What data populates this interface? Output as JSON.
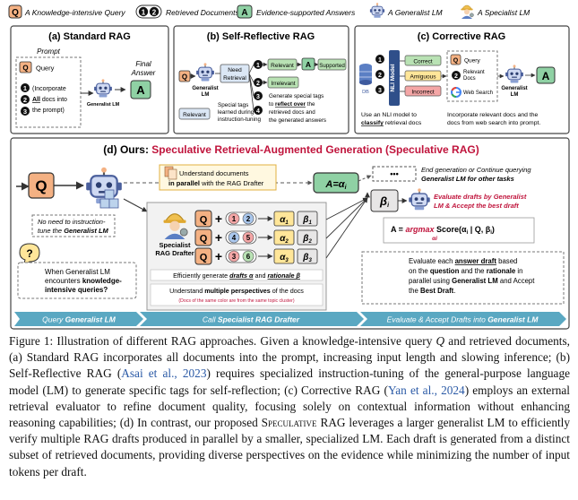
{
  "legend": {
    "q_glyph": "Q",
    "query": "A Knowledge-intensive Query",
    "doc1": "1",
    "doc2": "2",
    "docs": "Retrieved Documents",
    "a_glyph": "A",
    "answers": "Evidence-supported Answers",
    "generalist": "A Generalist LM",
    "specialist": "A Specialist LM"
  },
  "panel_a": {
    "title": "(a) Standard RAG",
    "prompt": "Prompt",
    "q": "Q",
    "query": "Query",
    "n1": "1",
    "n2": "2",
    "n3": "3",
    "incorp_1": "(Incorporate",
    "incorp_2_bold": "All",
    "incorp_2_rest": " docs into",
    "incorp_3": "the prompt)",
    "glm": "Generalist LM",
    "final_1": "Final",
    "final_2": "Answer",
    "a": "A"
  },
  "panel_b": {
    "title": "(b) Self-Reflective RAG",
    "q": "Q",
    "glm_1": "Generalist",
    "glm_2": "LM",
    "need_1": "Need",
    "need_2": "Retrieval",
    "n1": "1",
    "n2": "2",
    "n3": "3",
    "n4": "4",
    "relevant": "Relevant",
    "a": "A",
    "supported": "Supported",
    "irrelevant": "Irrelevant",
    "gen_1": "Generate special tags",
    "gen_2a": "to ",
    "gen_2b": "reflect over",
    "gen_2c": " the",
    "gen_3": "retrieved docs and",
    "gen_4": "the generated answers",
    "tags_1": "Special tags",
    "tags_2": "learned during",
    "tags_3": "instruction-tuning",
    "relevant_tag": "Relevant"
  },
  "panel_c": {
    "title": "(c) Corrective RAG",
    "db": "DB",
    "nli_label": "NLI Model",
    "n1": "1",
    "n2": "2",
    "n3": "3",
    "correct": "Correct",
    "ambiguous": "Amiguous",
    "incorrect": "Incorrect",
    "q": "Q",
    "query": "Query",
    "n2b": "2",
    "relevant_docs_1": "Relevant",
    "relevant_docs_2": "Docs",
    "web_search": "Web Search",
    "glm_1": "Generalist",
    "glm_2": "LM",
    "a": "A",
    "use_1": "Use an NLI model to",
    "use_2_bold": "classify",
    "use_2_rest": " retrieval docs",
    "inc_1": "Incorporate relevant docs and the",
    "inc_2": "docs from web search into prompt."
  },
  "panel_d": {
    "title_prefix": "(d) Ours: ",
    "title_red": "Speculative Retrieval-Augmented Generation (Speculative RAG)",
    "q": "Q",
    "understand_1": "Understand documents",
    "understand_2_bold": "in parallel",
    "understand_2_rest": " with the RAG Drafter",
    "no_need_1": "No need to instruction-",
    "no_need_2a": "tune the ",
    "no_need_2b": "Generalist LM",
    "when_1": "When Generalist LM",
    "when_2a": "encounters ",
    "when_2b": "knowledge-",
    "when_3": "intensive queries?",
    "a_eq": "A=α",
    "a_eq_sub": "i",
    "dots": "•••",
    "end_1": "End generation or Continue querying",
    "end_2": "Generalist LM for other tasks",
    "beta": "β",
    "beta_sub": "i",
    "eval_1": "Evaluate drafts by Generalist",
    "eval_2": "LM & Accept the best draft",
    "formula_a": "A = ",
    "formula_argmax": "argmax",
    "formula_rest": " Score(α",
    "formula_i": "i",
    "formula_tail": " | Q, β",
    "formula_i2": "i",
    "formula_close": ")",
    "formula_sub": "αi",
    "slm_1": "Specialist",
    "slm_2": "RAG Drafter",
    "rows": [
      {
        "q": "Q",
        "plus": "+",
        "d1": "1",
        "d2": "2",
        "alpha": "α",
        "beta": "β",
        "idx": "1"
      },
      {
        "q": "Q",
        "plus": "+",
        "d1": "4",
        "d2": "5",
        "alpha": "α",
        "beta": "β",
        "idx": "2"
      },
      {
        "q": "Q",
        "plus": "+",
        "d1": "3",
        "d2": "6",
        "alpha": "α",
        "beta": "β",
        "idx": "3"
      }
    ],
    "eff_a": "Efficiently generate ",
    "eff_b": "drafts α",
    "eff_c": " and ",
    "eff_d": "rationale β",
    "mult_a": "Understand ",
    "mult_b": "multiple perspectives",
    "mult_c": " of the docs",
    "mult_note": "(Docs of the same color are from the same topic cluster)",
    "eval_each_1a": "Evaluate each ",
    "eval_each_1b": "answer draft",
    "eval_each_1c": " based",
    "eval_each_2a": "on the ",
    "eval_each_2b": "question",
    "eval_each_2c": " and the ",
    "eval_each_2d": "rationale",
    "eval_each_2e": " in",
    "eval_each_3a": "parallel using ",
    "eval_each_3b": "Generalist LM",
    "eval_each_3c": " and Accept",
    "eval_each_4a": "the ",
    "eval_each_4b": "Best Draft",
    "eval_each_4c": ".",
    "stage1_a": "Query ",
    "stage1_b": "Generalist LM",
    "stage2_a": "Call ",
    "stage2_b": "Specialist RAG Drafter",
    "stage3_a": "Evaluate & Accept Drafts into ",
    "stage3_b": "Generalist LM"
  },
  "colors": {
    "query": "#f4b183",
    "answer": "#8fd1a4",
    "doc_red": "#f4a6a6",
    "doc_blue": "#a9c6ec",
    "doc_green": "#b9e2b4",
    "alpha": "#ffe699",
    "beta": "#e7e6e6",
    "stage_bar": "#5aa8c2",
    "title_red": "#c0143c"
  },
  "caption": {
    "label": "Figure 1:",
    "s1": "Illustration of different RAG approaches. Given a knowledge-intensive query ",
    "q": "Q",
    "s2": " and retrieved documents, (a) Standard RAG incorporates all documents into the prompt, increasing input length and slowing inference; (b) Self-Reflective RAG (",
    "cite1": "Asai et al., 2023",
    "s3": ") requires specialized instruction-tuning of the general-purpose language model (LM) to generate specific tags for self-reflection; (c) Corrective RAG (",
    "cite2": "Yan et al., 2024",
    "s4": ") employs an external retrieval evaluator to refine document quality, focusing solely on contextual information without enhancing reasoning capabilities; (d) In contrast, our proposed ",
    "spec": "Speculative",
    "s5": " RAG leverages a larger generalist LM to efficiently verify multiple RAG drafts produced in parallel by a smaller, specialized LM. Each draft is generated from a distinct subset of retrieved documents, providing diverse perspectives on the evidence while minimizing the number of input tokens per draft."
  }
}
